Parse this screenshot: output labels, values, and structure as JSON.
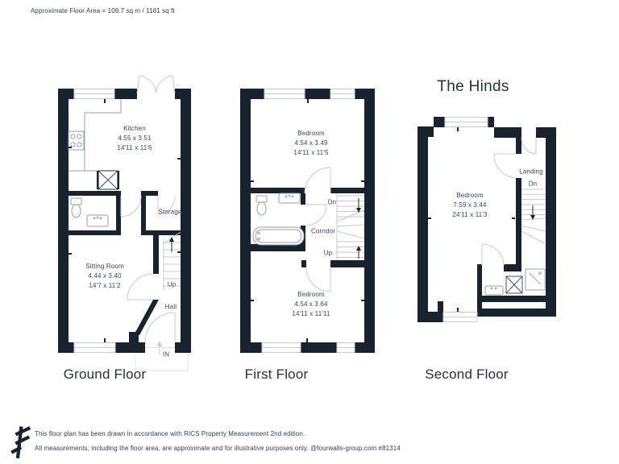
{
  "header": {
    "floor_area_label": "Approximate Floor Area = 109.7 sq m / 1181 sq ft"
  },
  "title": "The Hinds",
  "floors": {
    "ground": {
      "caption": "Ground Floor",
      "kitchen": {
        "name": "Kitchen",
        "metric": "4.55 x 3.51",
        "imperial": "14'11 x 11'6"
      },
      "sitting_room": {
        "name": "Sitting Room",
        "metric": "4.44 x 3.40",
        "imperial": "14'7 x 11'2"
      },
      "storage_label": "Storage",
      "hall_label": "Hall",
      "up_label": "Up",
      "in_label": "IN"
    },
    "first": {
      "caption": "First Floor",
      "bedroom_front": {
        "name": "Bedroom",
        "metric": "4.54 x 3.49",
        "imperial": "14'11 x 11'5"
      },
      "bedroom_back": {
        "name": "Bedroom",
        "metric": "4.54 x 3.64",
        "imperial": "14'11 x 11'11"
      },
      "corridor_label": "Corridor",
      "dn_label": "Dn",
      "up_label": "Up"
    },
    "second": {
      "caption": "Second Floor",
      "bedroom": {
        "name": "Bedroom",
        "metric": "7.59 x 3.44",
        "imperial": "24'11 x 11'3"
      },
      "landing_label": "Landing",
      "dn_label": "Dn"
    }
  },
  "footer": {
    "line1": "This floor plan has been drawn in accordance with RICS Property Measurement 2nd edition.",
    "line2": "All measurements, including the floor area, are approximate and for illustrative purposes only. @fourwalls-group.com #81314"
  },
  "colors": {
    "wall": "#17242F",
    "text": "#35485C",
    "heading": "#22333F",
    "line": "#C4CBD1"
  }
}
